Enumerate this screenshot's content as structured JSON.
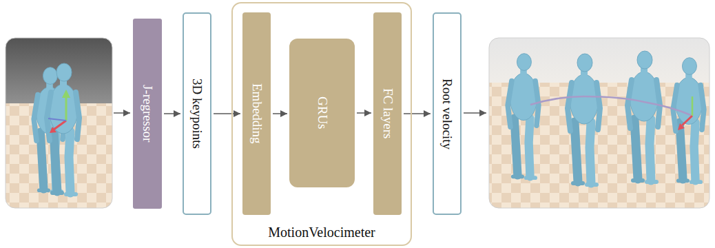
{
  "diagram": {
    "nodes": [
      {
        "text": [
          "J-regressor"
        ]
      },
      {
        "text": [
          "3D keypoints"
        ]
      },
      {
        "text": [
          "MotionVelocimeter"
        ]
      },
      {
        "text": [
          "Embedding"
        ],
        "in": 2
      },
      {
        "text": [
          "GRUs"
        ],
        "in": 2
      },
      {
        "text": [
          "FC layers"
        ],
        "in": 2
      },
      {
        "text": [
          "Root velocity"
        ]
      }
    ],
    "edges": [
      {
        "from": 0,
        "to": 1,
        "arrow": "to"
      },
      {
        "from": 1,
        "to": 3,
        "arrow": "to"
      },
      {
        "from": 3,
        "to": 4,
        "arrow": "to"
      },
      {
        "from": 4,
        "to": 5,
        "arrow": "to"
      },
      {
        "from": 5,
        "to": 6,
        "arrow": "to"
      }
    ]
  }
}
